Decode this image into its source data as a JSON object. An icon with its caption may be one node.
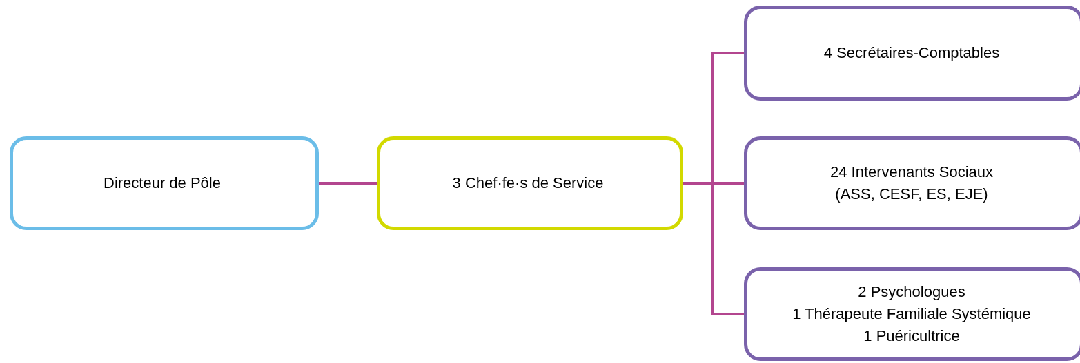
{
  "diagram": {
    "nodes": [
      {
        "text": [
          "Directeur de Pôle"
        ]
      },
      {
        "text": [
          "3 Chef·fe·s de Service"
        ]
      },
      {
        "text": [
          "4 Secrétaires-Comptables"
        ]
      },
      {
        "text": [
          "24 Intervenants Sociaux",
          "(ASS, CESF, ES, EJE)"
        ]
      },
      {
        "text": [
          "2 Psychologues",
          "1 Thérapeute Familiale Systémique",
          "1 Puéricultrice"
        ]
      }
    ],
    "edges": [
      {
        "from": 0,
        "to": 1,
        "arrow": "none"
      },
      {
        "from": 1,
        "to": 2,
        "arrow": "none"
      },
      {
        "from": 1,
        "to": 3,
        "arrow": "none"
      },
      {
        "from": 1,
        "to": 4,
        "arrow": "none"
      }
    ]
  }
}
